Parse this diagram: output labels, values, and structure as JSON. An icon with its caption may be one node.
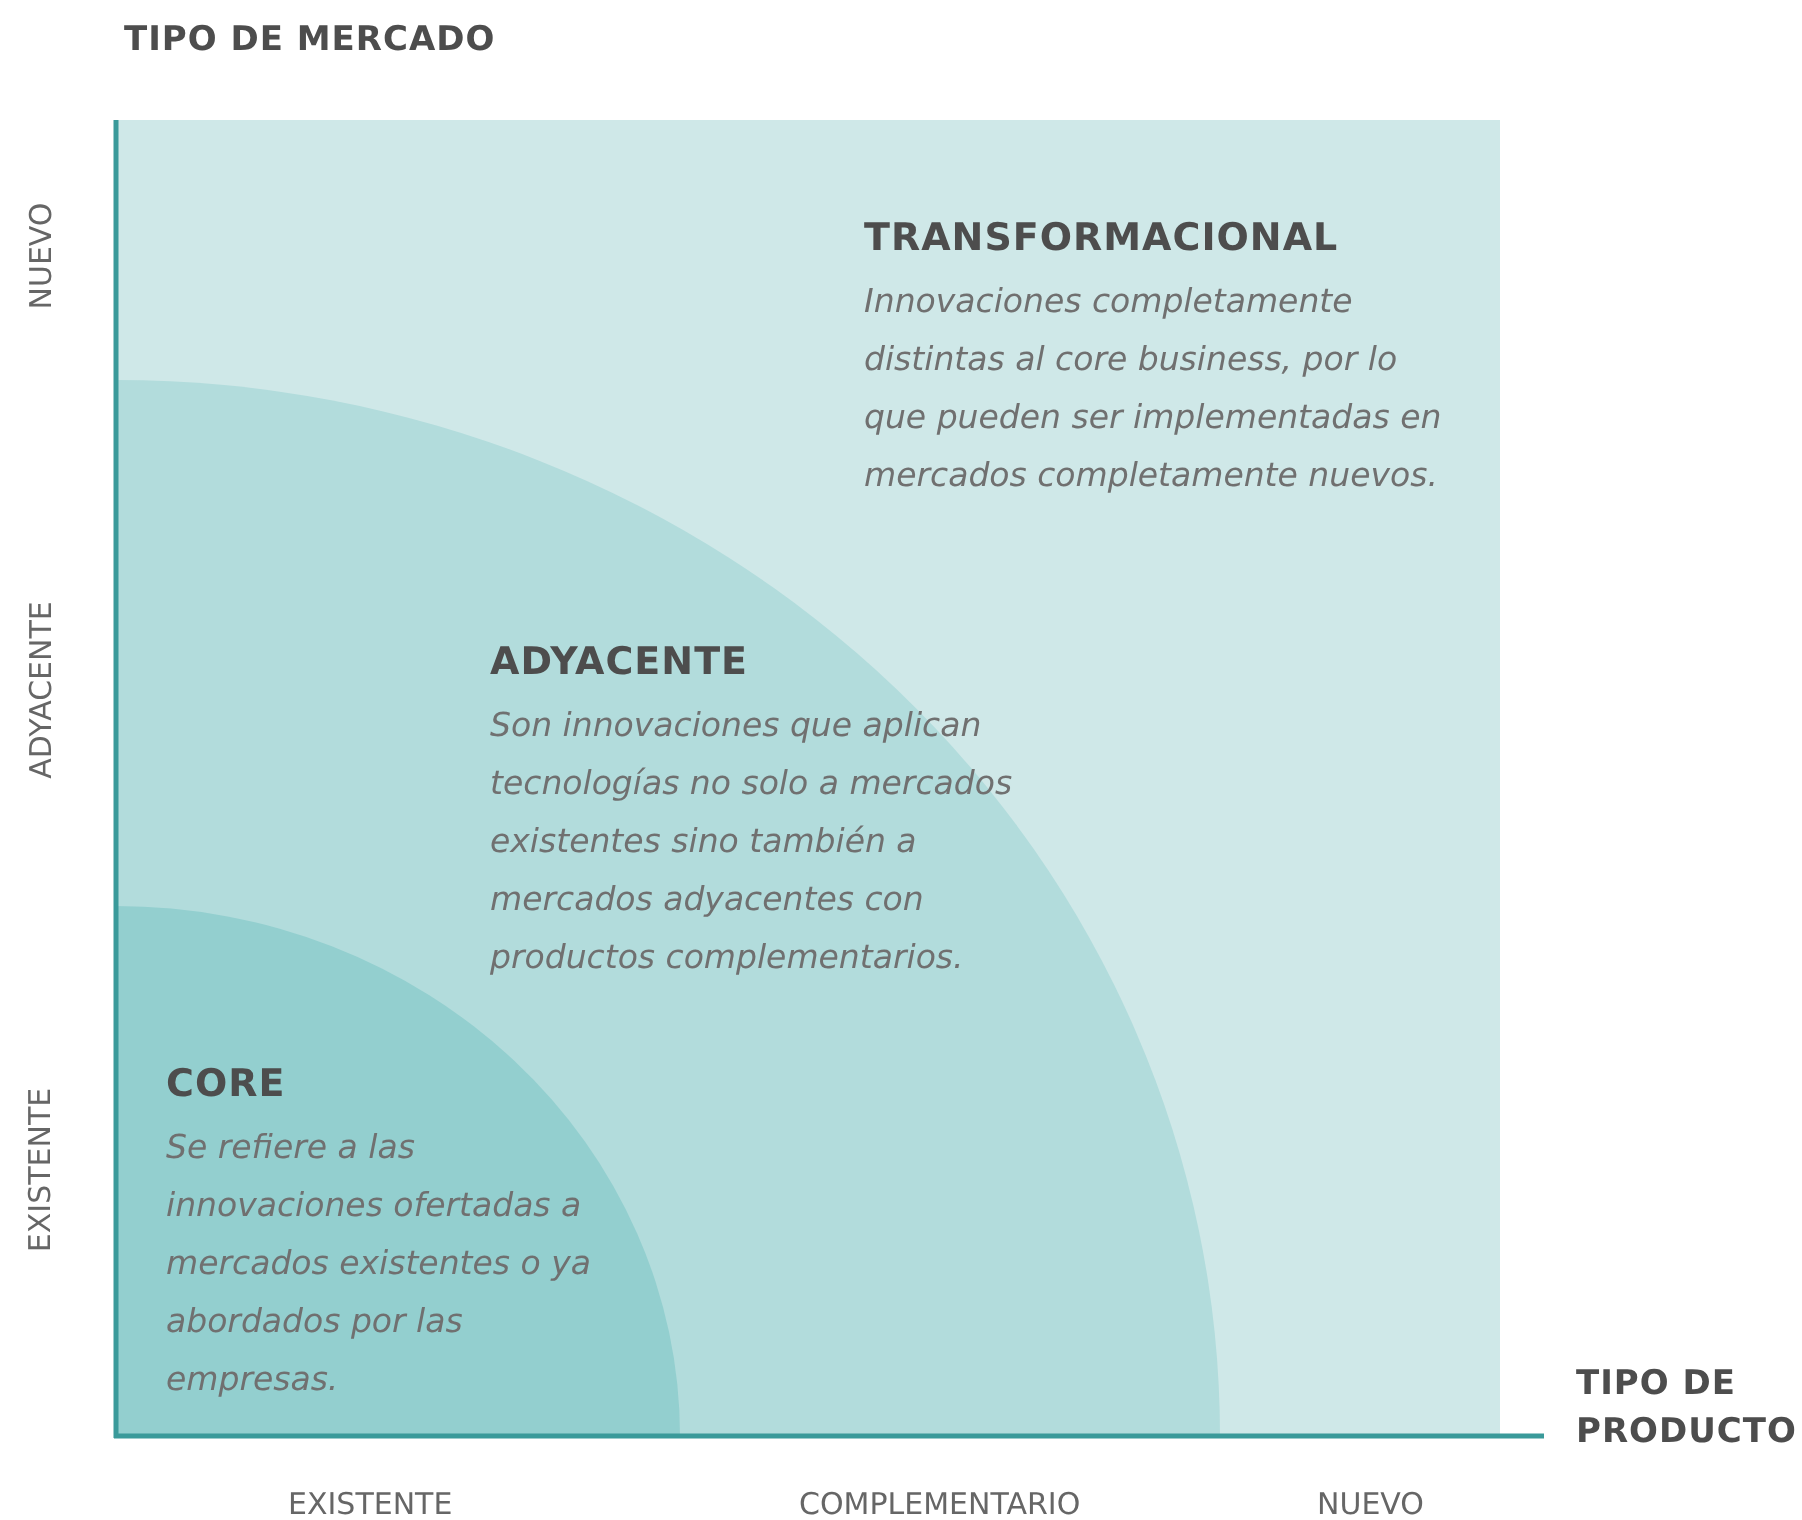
{
  "diagram": {
    "nodes": [
      {
        "text": [
          "TRANSFORMACIONAL",
          "Innovaciones completamente distintas al core business, por lo que pueden ser implementadas en mercados completamente nuevos."
        ]
      },
      {
        "text": [
          "ADYACENTE",
          "Son innovaciones que aplican tecnologías no solo a mercados existentes sino también a mercados adyacentes con productos complementarios."
        ],
        "in": 0
      },
      {
        "text": [
          "CORE",
          "Se refiere a las innovaciones ofertadas a mercados existentes o ya abordados por las empresas."
        ],
        "in": 1
      }
    ],
    "labels": [
      "TIPO DE MERCADO",
      "NUEVO",
      "ADYACENTE",
      "EXISTENTE",
      "TIPO DE PRODUCTO",
      "EXISTENTE",
      "COMPLEMENTARIO",
      "NUEVO"
    ]
  }
}
